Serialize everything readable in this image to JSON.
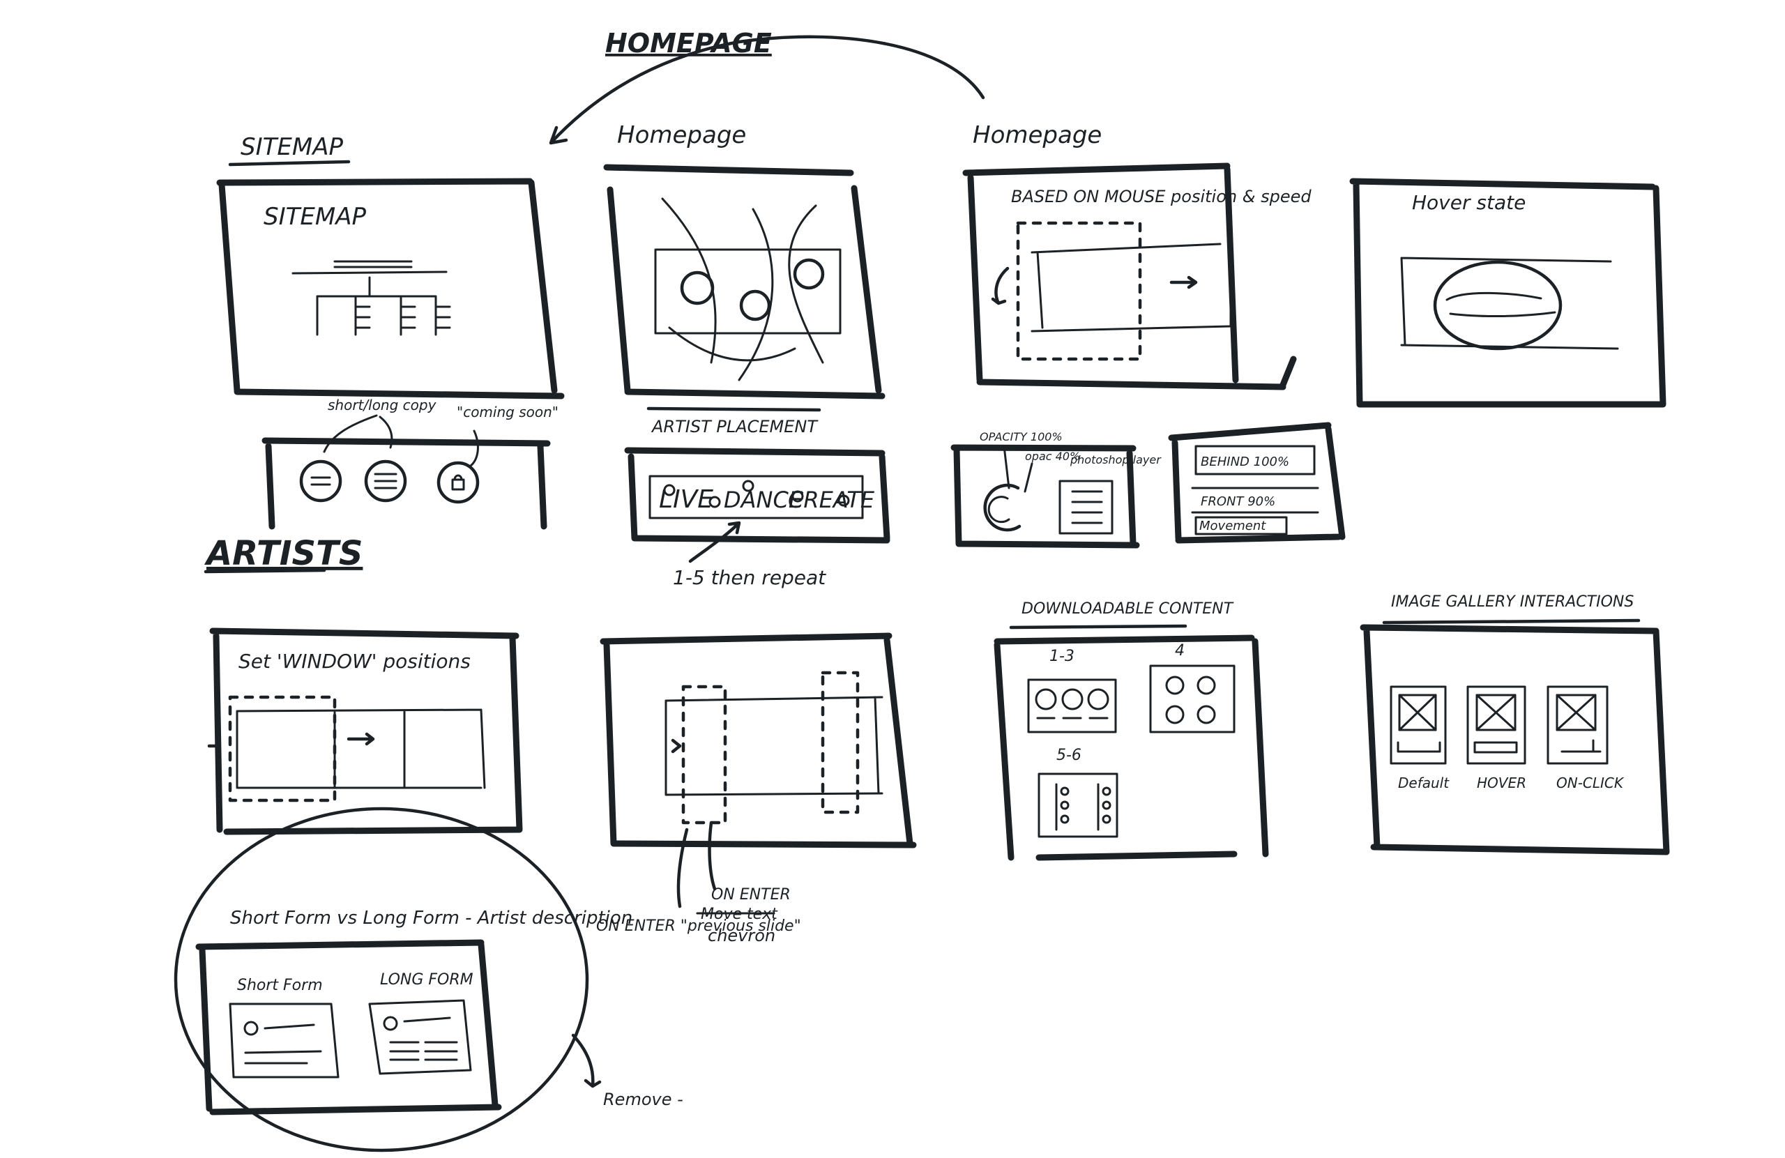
{
  "headings": {
    "homepage": "HOMEPAGE",
    "artists": "ARTISTS",
    "sitemap": "SITEMAP"
  },
  "homepage_row": {
    "col2_label": "Homepage",
    "col3_label": "Homepage",
    "frame_sitemap": "SITEMAP",
    "frame_mouse": "BASED ON MOUSE position & speed",
    "frame_hover": "Hover state"
  },
  "sitemap_nav": {
    "note_left": "short/long copy",
    "note_right": "\"coming soon\""
  },
  "artist_placement": {
    "title": "ARTIST PLACEMENT",
    "words": [
      "LIVE",
      "DANCE",
      "CREATE"
    ],
    "note": "1-5 then repeat"
  },
  "opacity_panel": {
    "label_opacity": "OPACITY 100%",
    "label_opac": "opac 40%",
    "label_layer": "photoshop layer"
  },
  "layers_panel": {
    "rows": [
      "BEHIND 100%",
      "FRONT 90%",
      "Movement"
    ]
  },
  "artists_row": {
    "window_title": "Set 'WINDOW' positions",
    "note_prev": "ON ENTER \"previous slide\"",
    "note_chev_a": "ON ENTER",
    "note_chev_struck": "Move text",
    "note_chev_b": "chevron"
  },
  "downloadable": {
    "title": "DOWNLOADABLE CONTENT",
    "group1": "1-3",
    "group2": "4",
    "group3": "5-6"
  },
  "gallery": {
    "title": "IMAGE GALLERY  INTERACTIONS",
    "states": [
      "Default",
      "HOVER",
      "ON-CLICK"
    ]
  },
  "forms": {
    "title": "Short Form vs Long Form - Artist description",
    "short_label": "Short Form",
    "long_label": "LONG FORM",
    "note": "Remove -"
  }
}
